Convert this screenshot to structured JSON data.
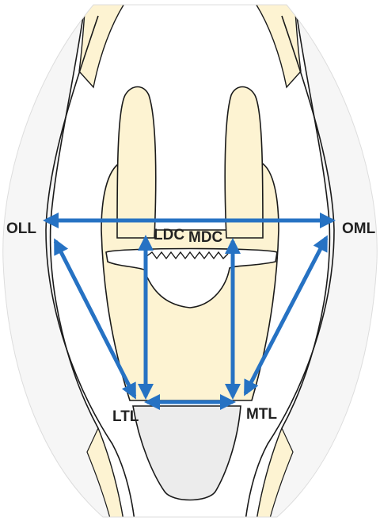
{
  "labels": {
    "oll": "OLL",
    "oml": "OML",
    "ldc": "LDC",
    "mdc": "MDC",
    "ltl": "LTL",
    "mtl": "MTL"
  },
  "colors": {
    "arrow": "#2672c3",
    "bone_fill": "#fdf3d2",
    "soft_fill": "#ececec",
    "light_fill": "#f6f6f6",
    "outline": "#1a1a1a"
  },
  "icons": {
    "fracture": "zigzag-fracture-line"
  }
}
